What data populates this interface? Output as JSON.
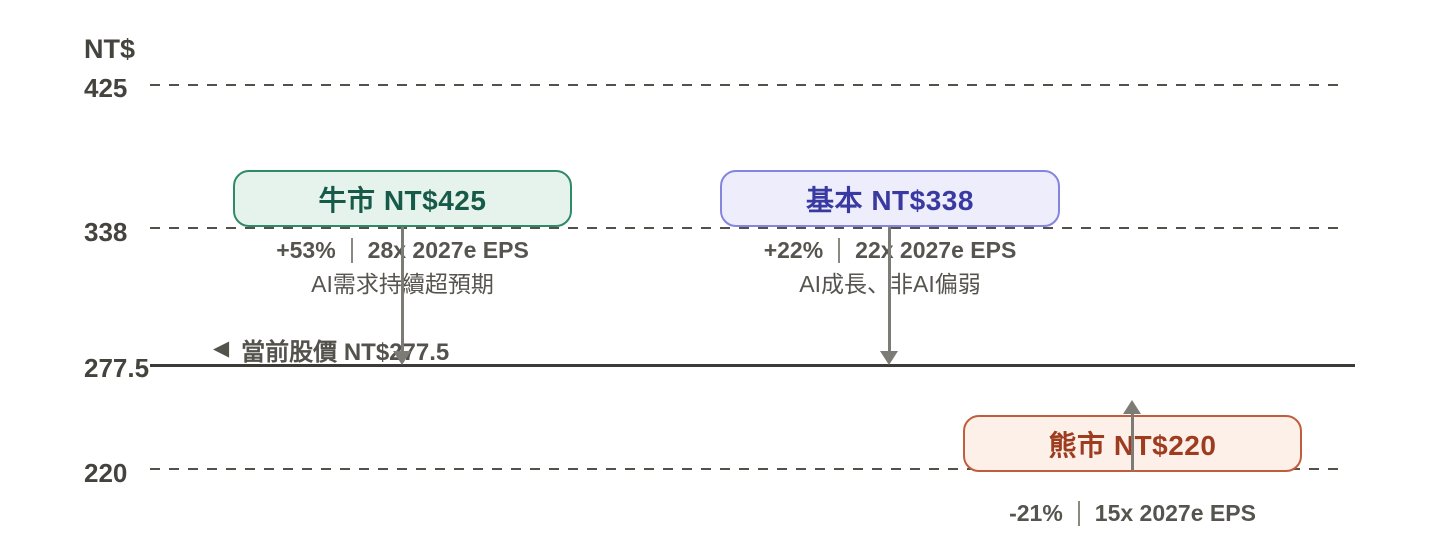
{
  "colors": {
    "bull_border": "#2f8a68",
    "bull_bg": "#e5f3ec",
    "bull_text": "#175a49",
    "base_border": "#8486de",
    "base_bg": "#ededfc",
    "base_text": "#393aa1",
    "bear_border": "#c05e3b",
    "bear_bg": "#fdf0e9",
    "bear_text": "#9e3c1f",
    "gray_text": "#56544e",
    "dashed_line": "#55504a",
    "solid_line": "#3d3b37",
    "arrow": "#7d7b75"
  },
  "axis": {
    "unit": "NT$",
    "ticks": [
      {
        "label": "425"
      },
      {
        "label": "338"
      },
      {
        "label": "277.5"
      },
      {
        "label": "220"
      }
    ]
  },
  "current_price": {
    "marker": "◀",
    "label": "當前股價 NT$277.5"
  },
  "chart_data": {
    "type": "line",
    "subtype": "price-target-scenario-levels",
    "unit": "NT$",
    "ylabel": "NT$",
    "y_ticks": [
      425,
      338,
      277.5,
      220
    ],
    "ylim": [
      200,
      445
    ],
    "grid": "dashed horizontal lines at 425, 338 and 220; solid line at current price 277.5",
    "legend": "none",
    "current_price": 277.5,
    "current_price_label": "當前股價 NT$277.5",
    "scenarios": [
      {
        "name": "牛市",
        "title": "牛市 NT$425",
        "price": 425,
        "change_pct": "+53%",
        "valuation": "28x 2027e EPS",
        "note": "AI需求持續超預期",
        "accent": "#2f8a68"
      },
      {
        "name": "基本",
        "title": "基本 NT$338",
        "price": 338,
        "change_pct": "+22%",
        "valuation": "22x 2027e EPS",
        "note": "AI成長、非AI偏弱",
        "accent": "#8486de"
      },
      {
        "name": "熊市",
        "title": "熊市 NT$220",
        "price": 220,
        "change_pct": "-21%",
        "valuation": "15x 2027e EPS",
        "note": "",
        "accent": "#c05e3b"
      }
    ]
  }
}
